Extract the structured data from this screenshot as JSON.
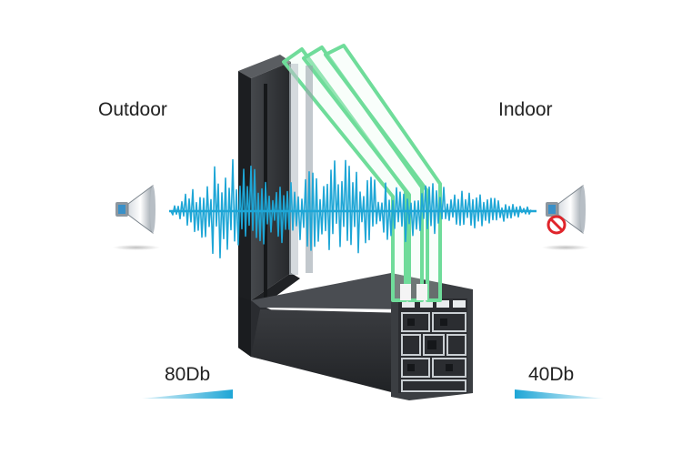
{
  "labels": {
    "outdoor": "Outdoor",
    "indoor": "Indoor",
    "outdoor_level": "80Db",
    "indoor_level": "40Db"
  },
  "icons": {
    "outdoor_speaker": "speaker-icon",
    "indoor_speaker": "speaker-icon",
    "mute_badge": "no-sound-icon"
  },
  "colors": {
    "wave": "#1ea6d6",
    "frame": "#2e3033",
    "glass": "#6fdc9a",
    "mute": "#e0252b",
    "bar": "#1ea6d6"
  }
}
